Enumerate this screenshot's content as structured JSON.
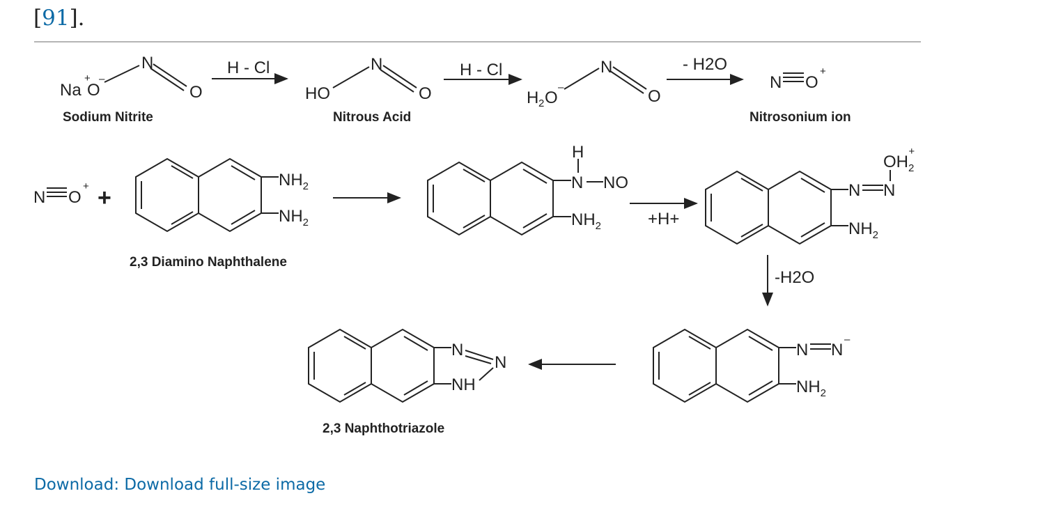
{
  "citation": {
    "open": "[",
    "ref": "91",
    "close": "]."
  },
  "diagram": {
    "row1": {
      "sodium_nitrite_label": "Sodium Nitrite",
      "nitrous_acid_label": "Nitrous Acid",
      "nitrosonium_label": "Nitrosonium ion",
      "reagent1": "H - Cl",
      "reagent2": "H - Cl",
      "reagent3": "- H2O"
    },
    "row2": {
      "dan_label": "2,3 Diamino Naphthalene",
      "reagent_proton": "+H+"
    },
    "row3": {
      "reagent_water": "-H2O",
      "triazole_label": "2,3 Naphthotriazole"
    }
  },
  "download": {
    "label": "Download: Download full-size image"
  }
}
